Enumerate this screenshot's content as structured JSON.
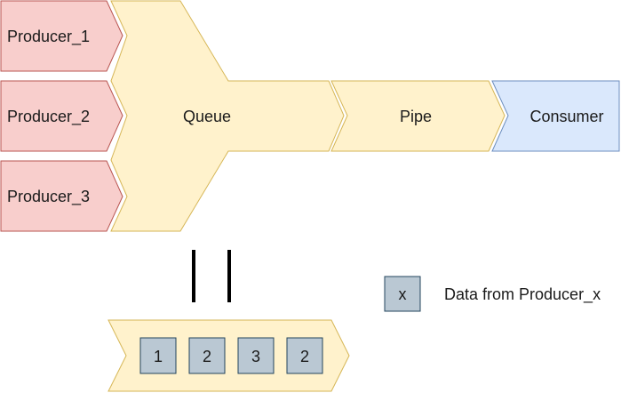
{
  "colors": {
    "producer_fill": "#f8cecc",
    "producer_stroke": "#b85450",
    "queue_fill": "#fff2cc",
    "queue_stroke": "#d6b656",
    "consumer_fill": "#dae8fc",
    "consumer_stroke": "#6c8ebf",
    "data_fill": "#bac8d3",
    "data_stroke": "#23445d",
    "bar_color": "#000000"
  },
  "producers": [
    {
      "label": "Producer_1"
    },
    {
      "label": "Producer_2"
    },
    {
      "label": "Producer_3"
    }
  ],
  "queue": {
    "label": "Queue"
  },
  "pipe": {
    "label": "Pipe"
  },
  "consumer": {
    "label": "Consumer"
  },
  "pause_symbol": "pause-icon",
  "pipe_contents": [
    {
      "label": "1"
    },
    {
      "label": "2"
    },
    {
      "label": "3"
    },
    {
      "label": "2"
    }
  ],
  "legend": {
    "box_label": "x",
    "text": "Data from Producer_x"
  }
}
